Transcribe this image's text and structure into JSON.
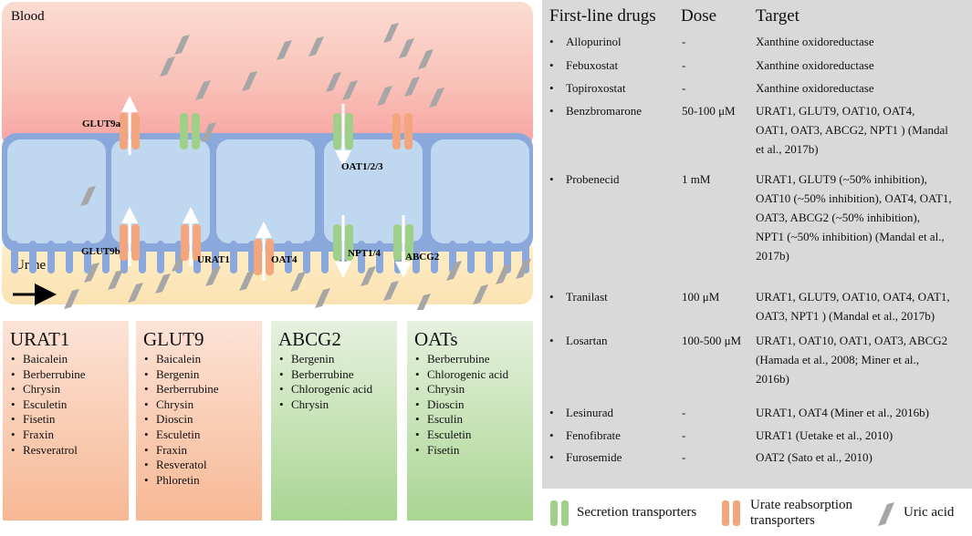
{
  "diagram": {
    "blood_label": "Blood",
    "urine_label": "Urine",
    "transporters": {
      "glut9a": "GLUT9a",
      "oat123": "OAT1/2/3",
      "glut9b": "GLUT9b",
      "urat1": "URAT1",
      "oat4": "OAT4",
      "npt14": "NPT1/4",
      "abcg2": "ABCG2"
    },
    "colors": {
      "blood": "#f8a7a2",
      "cell": "#bfd7ef",
      "cell_border": "#8aa8dc",
      "urine": "#fbe4b4",
      "reabsorption": "#f3a67d",
      "secretion": "#9fd08a",
      "uric_acid": "#a6a6a6"
    }
  },
  "cards": [
    {
      "title": "URAT1",
      "items": [
        "Baicalein",
        "Berberrubine",
        "Chrysin",
        "Esculetin",
        "Fisetin",
        "Fraxin",
        "Resveratrol"
      ]
    },
    {
      "title": "GLUT9",
      "items": [
        "Baicalein",
        "Bergenin",
        "Berberrubine",
        "Chrysin",
        "Dioscin",
        "Esculetin",
        "Fraxin",
        "Resveratol",
        "Phloretin"
      ]
    },
    {
      "title": "ABCG2",
      "items": [
        "Bergenin",
        "Berberrubine",
        "Chlorogenic acid",
        "Chrysin"
      ]
    },
    {
      "title": "OATs",
      "items": [
        "Berberrubine",
        "Chlorogenic acid",
        "Chrysin",
        "Dioscin",
        "Esculin",
        "Esculetin",
        "Fisetin"
      ]
    }
  ],
  "table": {
    "headers": [
      "First-line drugs",
      "Dose",
      "Target"
    ],
    "rows": [
      {
        "drug": "Allopurinol",
        "dose": "-",
        "target": [
          "Xanthine oxidoreductase"
        ]
      },
      {
        "drug": "Febuxostat",
        "dose": "-",
        "target": [
          "Xanthine oxidoreductase"
        ]
      },
      {
        "drug": "Topiroxostat",
        "dose": "-",
        "target": [
          "Xanthine oxidoreductase"
        ]
      },
      {
        "drug": "Benzbromarone",
        "dose": "50-100  μM",
        "target": [
          "URAT1, GLUT9, OAT10,   OAT4,",
          "OAT1, OAT3, ABCG2, NPT1 ) (Mandal",
          "et al., 2017b)"
        ]
      },
      {
        "drug": "Probenecid",
        "dose": "1          mM",
        "target": [
          "URAT1, GLUT9 (~50% inhibition),",
          "OAT10 (~50% inhibition), OAT4, OAT1,",
          "OAT3, ABCG2 (~50% inhibition),",
          "NPT1 (~50% inhibition) (Mandal et al.,",
          "2017b)"
        ]
      },
      {
        "drug": "Tranilast",
        "dose": "100      μM",
        "target": [
          "URAT1, GLUT9, OAT10, OAT4, OAT1,",
          "OAT3, NPT1 ) (Mandal et al., 2017b)"
        ]
      },
      {
        "drug": "Losartan",
        "dose": "100-500 μM",
        "target": [
          "URAT1, OAT10, OAT1, OAT3, ABCG2",
          "(Hamada et al., 2008; Miner et al.,",
          "2016b)"
        ]
      },
      {
        "drug": "Lesinurad",
        "dose": "-",
        "target": [
          "URAT1, OAT4 (Miner et al., 2016b)"
        ]
      },
      {
        "drug": "Fenofibrate",
        "dose": "-",
        "target": [
          "URAT1 (Uetake et al., 2010)"
        ]
      },
      {
        "drug": "Furosemide",
        "dose": "-",
        "target": [
          "OAT2 (Sato et al., 2010)"
        ]
      }
    ]
  },
  "legend": {
    "secretion": "Secretion transporters",
    "reabsorption_line1": "Urate reabsorption",
    "reabsorption_line2": "transporters",
    "uric_acid": "Uric acid"
  }
}
